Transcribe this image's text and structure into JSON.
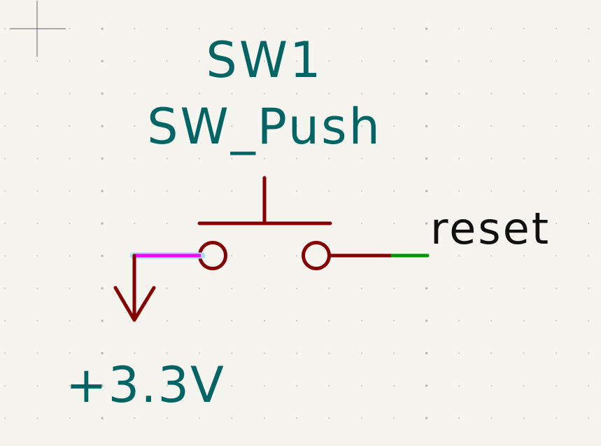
{
  "app": "Schematic editor canvas",
  "colors": {
    "background": "#f5f4ef",
    "grid_dot": "#b4b4b4",
    "cursor_crosshair": "#7a7a7a",
    "symbol_body": "#840000",
    "field_text": "#006464",
    "net_label_text": "#111111",
    "wire": "#009600",
    "highlighted_wire": "#ff00ff",
    "highlight_halo": "#a8dcf0"
  },
  "symbol": {
    "reference": "SW1",
    "value": "SW_Push",
    "type": "push-button-switch"
  },
  "power_symbol": {
    "label": "+3.3V",
    "type": "power-arrow-down"
  },
  "net_label": {
    "text": "reset"
  },
  "wires": [
    {
      "name": "wire-to-power",
      "state": "highlighted"
    },
    {
      "name": "wire-to-reset",
      "state": "normal"
    }
  ]
}
